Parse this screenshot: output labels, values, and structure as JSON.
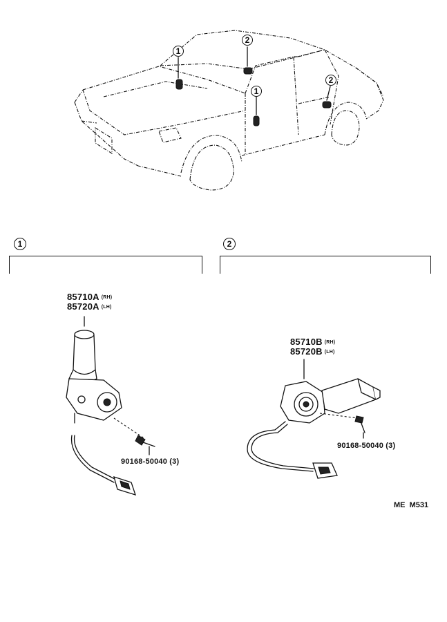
{
  "car_callouts": [
    {
      "key": "c1a",
      "num": "1"
    },
    {
      "key": "c2a",
      "num": "2"
    },
    {
      "key": "c1b",
      "num": "1"
    },
    {
      "key": "c2b",
      "num": "2"
    }
  ],
  "groups": [
    {
      "num": "1",
      "parts": [
        {
          "number": "85710A",
          "side": "(RH)"
        },
        {
          "number": "85720A",
          "side": "(LH)"
        }
      ],
      "bolt": "90168-50040 (3)"
    },
    {
      "num": "2",
      "parts": [
        {
          "number": "85710B",
          "side": "(RH)"
        },
        {
          "number": "85720B",
          "side": "(LH)"
        }
      ],
      "bolt": "90168-50040 (3)"
    }
  ],
  "diagram_code": "ME  M531"
}
